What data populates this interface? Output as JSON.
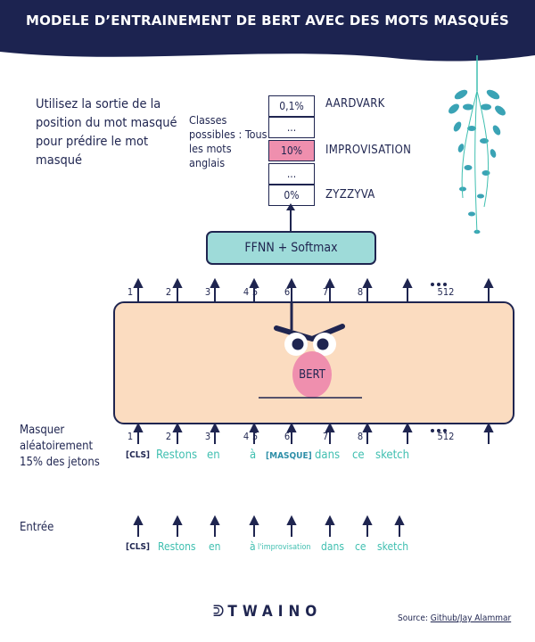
{
  "header": {
    "title": "MODELE D’ENTRAINEMENT DE BERT AVEC DES MOTS MASQUÉS"
  },
  "description": "Utilisez la sortie de la position du mot masqué pour prédire le mot masqué",
  "classes_label": "Classes possibles : Tous les mots anglais",
  "probabilities": [
    {
      "value": "0,1%",
      "word": "AARDVARK",
      "highlight": false
    },
    {
      "value": "...",
      "word": "",
      "highlight": false
    },
    {
      "value": "10%",
      "word": "IMPROVISATION",
      "highlight": true
    },
    {
      "value": "...",
      "word": "",
      "highlight": false
    },
    {
      "value": "0%",
      "word": "ZYZZYVA",
      "highlight": false
    }
  ],
  "ffnn_label": "FFNN + Softmax",
  "bert_label": "BERT",
  "top_positions": [
    "1",
    "2",
    "3",
    "4",
    "5",
    "6",
    "7",
    "8",
    "512"
  ],
  "bottom_positions": [
    "1",
    "2",
    "3",
    "4",
    "5",
    "6",
    "7",
    "8",
    "512"
  ],
  "mask_label": "Masquer aléatoirement 15% des jetons",
  "masked_tokens": [
    "[CLS]",
    "Restons",
    "en",
    "à",
    "[MASQUE]",
    "dans",
    "ce",
    "sketch"
  ],
  "input_label": "Entrée",
  "input_tokens": [
    "[CLS]",
    "Restons",
    "en",
    "à",
    "l'improvisation",
    "dans",
    "ce",
    "sketch"
  ],
  "logo": {
    "glyph": "ᕲ",
    "text": "TWAINO"
  },
  "source": {
    "label": "Source:",
    "link": "Github/Jay Alammar"
  },
  "colors": {
    "navy": "#1c2350",
    "teal": "#3fbfb0",
    "pink": "#ef8fae",
    "peach": "#fbdcc0",
    "ffnn": "#9edbd9"
  }
}
